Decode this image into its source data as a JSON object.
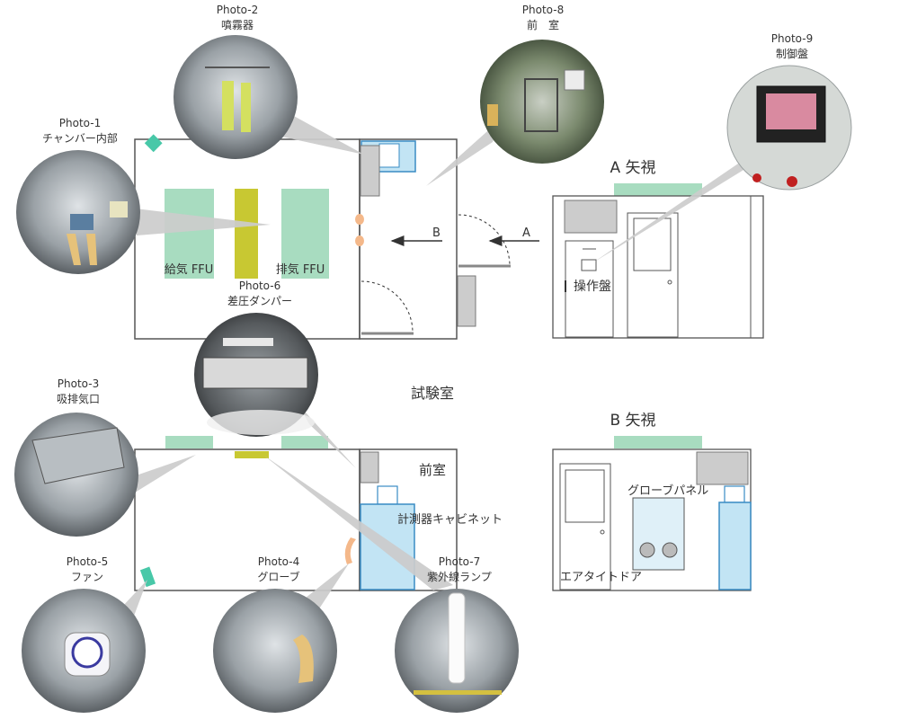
{
  "photos": {
    "p1": {
      "id": "Photo-1",
      "name": "チャンバー内部"
    },
    "p2": {
      "id": "Photo-2",
      "name": "噴霧器"
    },
    "p3": {
      "id": "Photo-3",
      "name": "吸排気口"
    },
    "p4": {
      "id": "Photo-4",
      "name": "グローブ"
    },
    "p5": {
      "id": "Photo-5",
      "name": "ファン"
    },
    "p6": {
      "id": "Photo-6",
      "name": "差圧ダンパー"
    },
    "p7": {
      "id": "Photo-7",
      "name": "紫外線ランプ"
    },
    "p8": {
      "id": "Photo-8",
      "name": "前　室"
    },
    "p9": {
      "id": "Photo-9",
      "name": "制御盤"
    }
  },
  "plan": {
    "supply_ffu": "給気 FFU",
    "exhaust_ffu": "排気 FFU",
    "arrow_a": "A",
    "arrow_b": "B"
  },
  "test_room": "試験室",
  "anteroom": "前室",
  "instrument_cabinet": "計測器キャビネット",
  "view_a": {
    "title": "A 矢視",
    "control_panel": "操作盤"
  },
  "view_b": {
    "title": "B 矢視",
    "glove_panel": "グローブパネル",
    "airtight_door": "エアタイトドア"
  },
  "colors": {
    "ffu": "#a8dcc0",
    "damper": "#c8c832",
    "cabinet": "#c2e4f4",
    "cabinet_edge": "#3a8cc4",
    "lamp_grey": "#cccccc",
    "fan": "#48c8a8",
    "glove": "#f4b88a"
  }
}
